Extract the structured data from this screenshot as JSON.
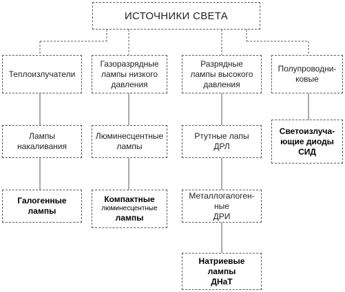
{
  "title": "ИСТОЧНИКИ СВЕТА",
  "level1": [
    "Теплоизлучатели",
    "Газоразрядные\nлампы низкого\nдавления",
    "Разрядные\nлампы высокого\nдавления",
    "Полупроводни-\nковые"
  ],
  "level2": [
    "Лампы\nнакаливания",
    "Люминесцентные\nлампы",
    "Ртутные лапы\nДРЛ",
    "Светоизлуча-\nющие диоды\nСИД"
  ],
  "level3": {
    "halogen": "Галогенные\nлампы",
    "compact_top": "Компактные",
    "compact_mid": "люминесцентные",
    "compact_bottom": "лампы",
    "metal_halide": "Металлогалоген-\nные\nДРИ"
  },
  "level4": {
    "sodium": "Натриевые\nлампы\nДНаТ"
  }
}
